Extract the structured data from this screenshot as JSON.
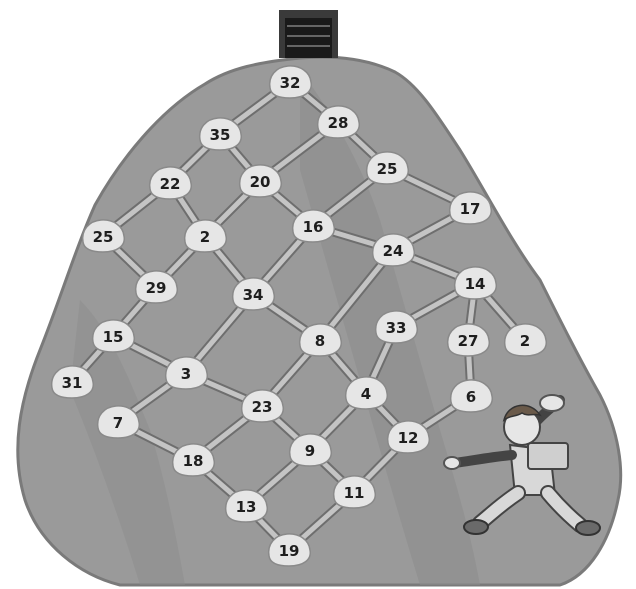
{
  "puzzle": {
    "rocks": [
      {
        "id": "r32",
        "number": "32"
      },
      {
        "id": "r28",
        "number": "28"
      },
      {
        "id": "r35",
        "number": "35"
      },
      {
        "id": "r25a",
        "number": "25"
      },
      {
        "id": "r20",
        "number": "20"
      },
      {
        "id": "r22",
        "number": "22"
      },
      {
        "id": "r17",
        "number": "17"
      },
      {
        "id": "r16",
        "number": "16"
      },
      {
        "id": "r25b",
        "number": "25"
      },
      {
        "id": "r2a",
        "number": "2"
      },
      {
        "id": "r24",
        "number": "24"
      },
      {
        "id": "r14",
        "number": "14"
      },
      {
        "id": "r29",
        "number": "29"
      },
      {
        "id": "r34",
        "number": "34"
      },
      {
        "id": "r33",
        "number": "33"
      },
      {
        "id": "r27",
        "number": "27"
      },
      {
        "id": "r2b",
        "number": "2"
      },
      {
        "id": "r15",
        "number": "15"
      },
      {
        "id": "r8",
        "number": "8"
      },
      {
        "id": "r31",
        "number": "31"
      },
      {
        "id": "r3",
        "number": "3"
      },
      {
        "id": "r6",
        "number": "6"
      },
      {
        "id": "r4",
        "number": "4"
      },
      {
        "id": "r23",
        "number": "23"
      },
      {
        "id": "r7",
        "number": "7"
      },
      {
        "id": "r12",
        "number": "12"
      },
      {
        "id": "r9",
        "number": "9"
      },
      {
        "id": "r18",
        "number": "18"
      },
      {
        "id": "r11",
        "number": "11"
      },
      {
        "id": "r13",
        "number": "13"
      },
      {
        "id": "r19",
        "number": "19"
      }
    ],
    "paths": [
      [
        "r32",
        "r35"
      ],
      [
        "r32",
        "r28"
      ],
      [
        "r35",
        "r22"
      ],
      [
        "r35",
        "r20"
      ],
      [
        "r28",
        "r20"
      ],
      [
        "r28",
        "r25a"
      ],
      [
        "r22",
        "r25b"
      ],
      [
        "r22",
        "r2a"
      ],
      [
        "r20",
        "r2a"
      ],
      [
        "r20",
        "r16"
      ],
      [
        "r25a",
        "r16"
      ],
      [
        "r25a",
        "r17"
      ],
      [
        "r16",
        "r24"
      ],
      [
        "r17",
        "r24"
      ],
      [
        "r25b",
        "r29"
      ],
      [
        "r2a",
        "r29"
      ],
      [
        "r2a",
        "r34"
      ],
      [
        "r16",
        "r34"
      ],
      [
        "r24",
        "r14"
      ],
      [
        "r24",
        "r8"
      ],
      [
        "r14",
        "r33"
      ],
      [
        "r14",
        "r27"
      ],
      [
        "r14",
        "r2b"
      ],
      [
        "r29",
        "r15"
      ],
      [
        "r34",
        "r3"
      ],
      [
        "r34",
        "r8"
      ],
      [
        "r15",
        "r31"
      ],
      [
        "r15",
        "r3"
      ],
      [
        "r8",
        "r4"
      ],
      [
        "r8",
        "r23"
      ],
      [
        "r33",
        "r4"
      ],
      [
        "r27",
        "r6"
      ],
      [
        "r3",
        "r7"
      ],
      [
        "r3",
        "r23"
      ],
      [
        "r23",
        "r18"
      ],
      [
        "r23",
        "r9"
      ],
      [
        "r4",
        "r12"
      ],
      [
        "r4",
        "r9"
      ],
      [
        "r6",
        "r12"
      ],
      [
        "r7",
        "r18"
      ],
      [
        "r18",
        "r13"
      ],
      [
        "r9",
        "r13"
      ],
      [
        "r9",
        "r11"
      ],
      [
        "r12",
        "r11"
      ],
      [
        "r13",
        "r19"
      ],
      [
        "r11",
        "r19"
      ]
    ]
  },
  "colors": {
    "mountain": "#9a9a9a",
    "mountain_shade": "#7c7c7c",
    "path": "#c4c4c4",
    "rock": "#e6e6e6",
    "rock_edge": "#8a8a8a",
    "text": "#1e1e1e",
    "mine": "#3a3a3a",
    "character_hair": "#6a5a4a",
    "character_skin": "#e6e6e6",
    "character_clothes": "#d8d8d8"
  },
  "character": {
    "icon": "hiker-icon"
  },
  "summit": {
    "icon": "mine-entrance-icon"
  }
}
